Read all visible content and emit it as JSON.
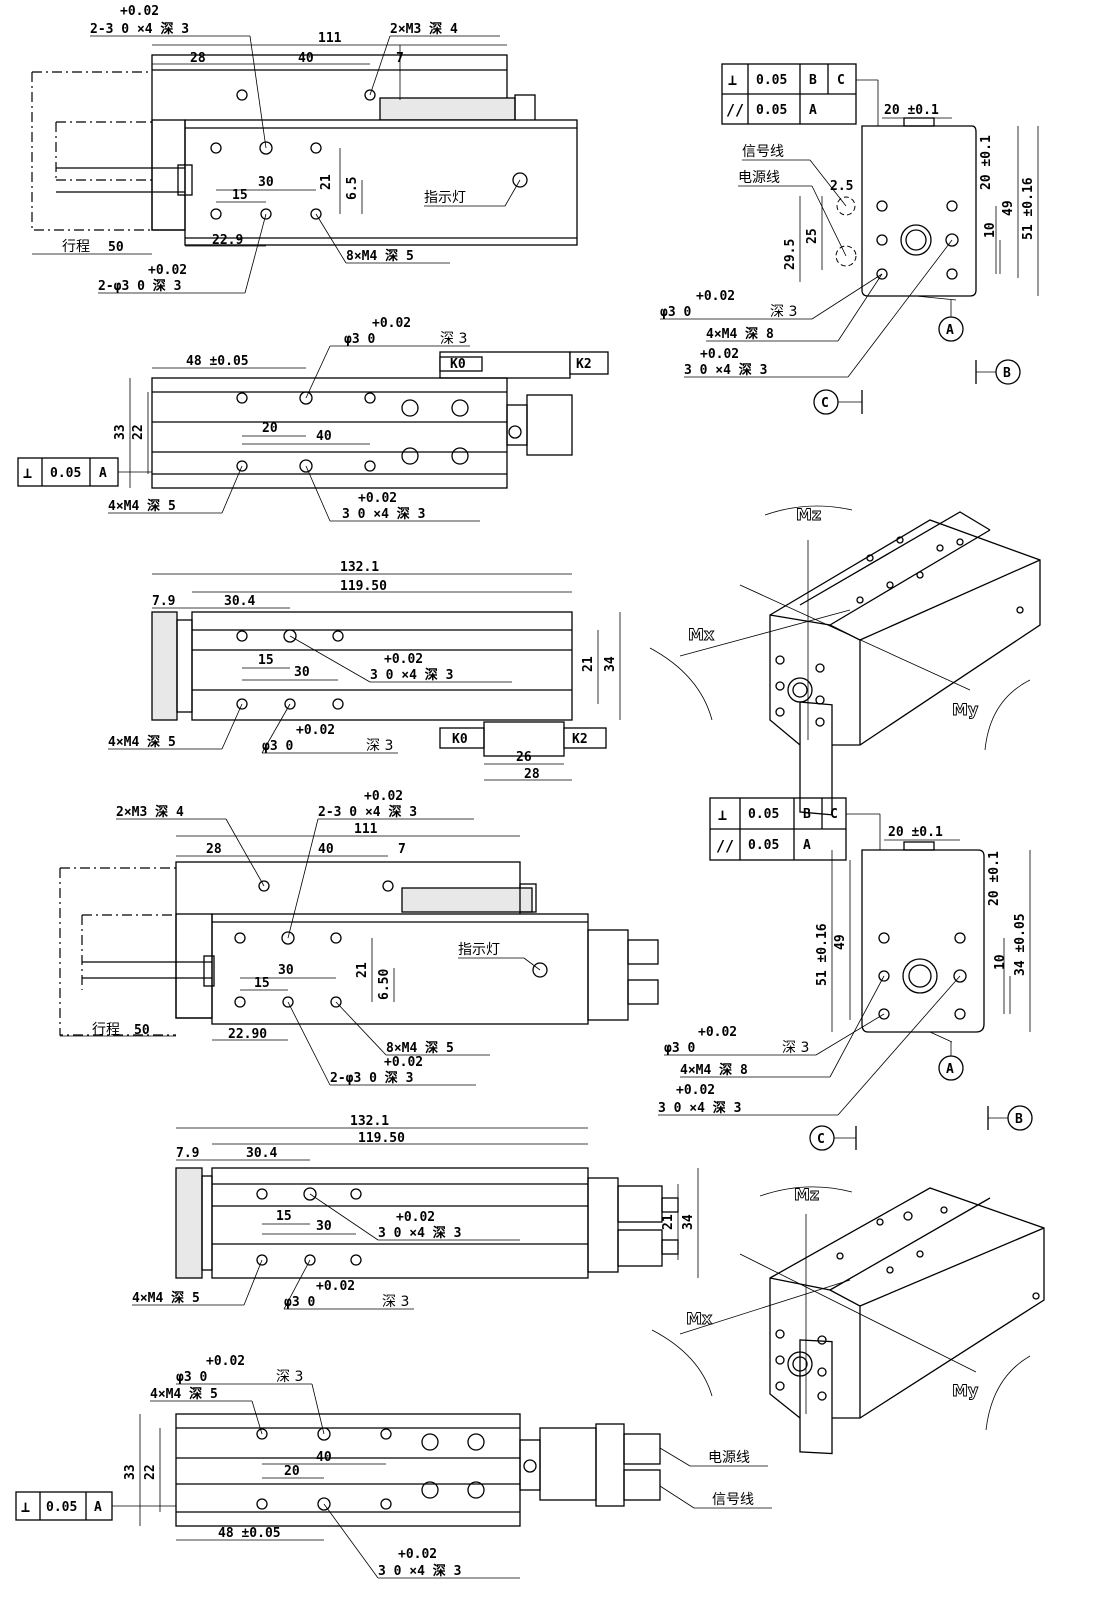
{
  "dims": {
    "tol_plus": "+0.02",
    "zero": "0",
    "v111": "111",
    "v28": "28",
    "v40": "40",
    "v7": "7",
    "v30": "30",
    "v15": "15",
    "v21": "21",
    "v6_5": "6.5",
    "v6_50": "6.50",
    "v22_9": "22.9",
    "v22_90": "22.90",
    "v50": "50",
    "v48tol": "48 ±0.05",
    "v20": "20",
    "v33": "33",
    "v22": "22",
    "v132_1": "132.1",
    "v119_50": "119.50",
    "v7_9": "7.9",
    "v30_4": "30.4",
    "v34": "34",
    "v26": "26",
    "v20tol": "20 ±0.1",
    "v2_5": "2.5",
    "v29_5": "29.5",
    "v25": "25",
    "v10": "10",
    "v49": "49",
    "v51tol": "51 ±0.16",
    "v20tol_v": "20 ±0.1",
    "v34tol": "34 ±0.05",
    "v0_05": "0.05"
  },
  "callouts": {
    "holes_2x3": "2-3  0   ×4   深 3",
    "m3_2x": "2×M3   深 4",
    "m4_8x": "8×M4   深 5",
    "phi3_2x": "2-φ3  0      深 3",
    "phi3": "φ3  0",
    "depth3": "深 3",
    "holes_3x4": "3  0   ×4   深 3",
    "m4_4x": "4×M4    深 5",
    "m4_4x_d8": "4×M4     深 8",
    "stroke": "行程",
    "indicator": "指示灯",
    "signal_line": "信号线",
    "power_line": "电源线"
  },
  "labels": {
    "K0": "K0",
    "K2": "K2",
    "A": "A",
    "B": "B",
    "C": "C",
    "perp": "⊥",
    "parallel": "//",
    "Mx": "Mx",
    "My": "My",
    "Mz": "Mz"
  }
}
